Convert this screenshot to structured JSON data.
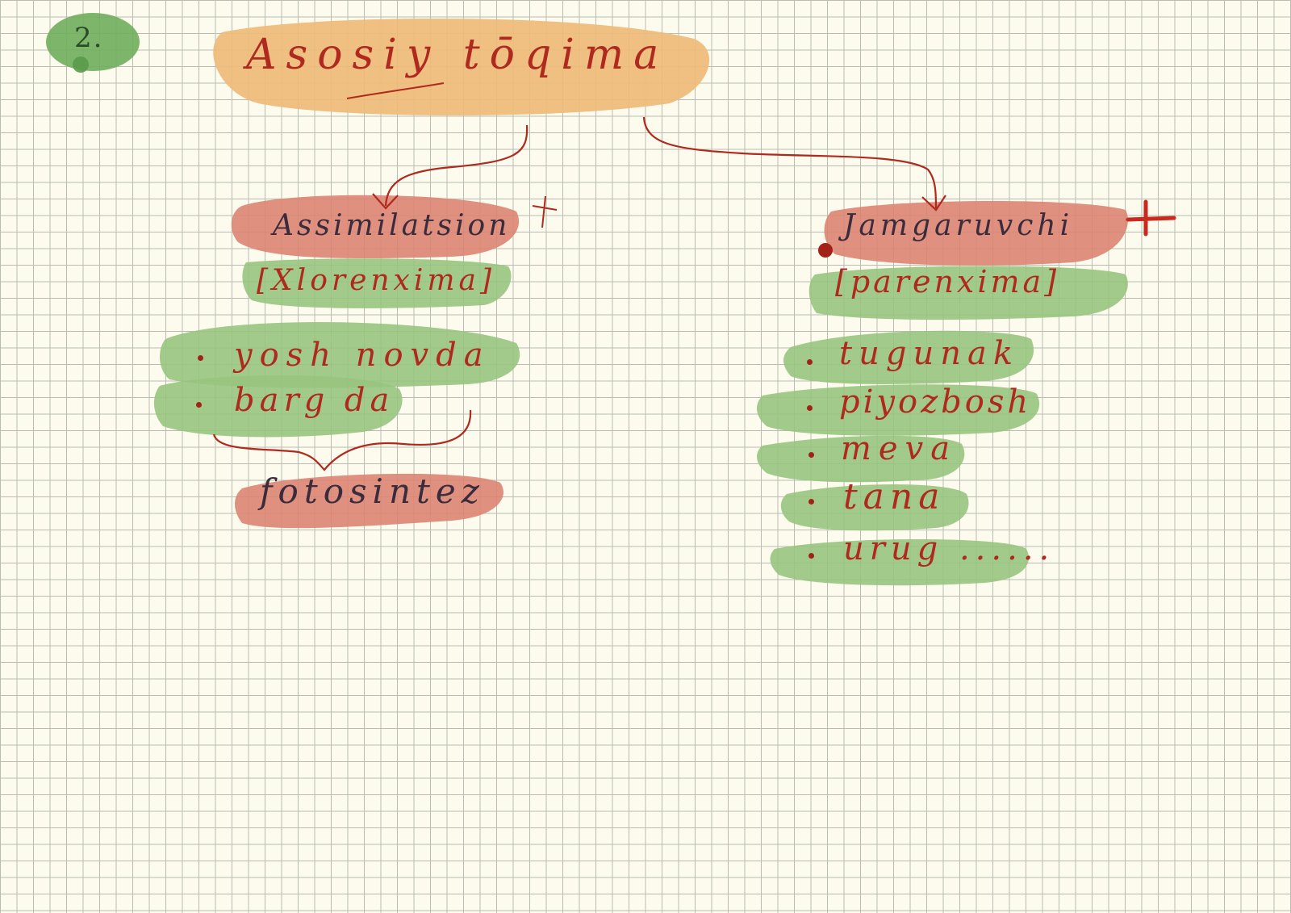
{
  "number": "2.",
  "title": "Asosiy tōqima",
  "left": {
    "heading": "Assimilatsion",
    "subheading": "[Xlorenxima]",
    "items": [
      "yosh novda",
      "barg da"
    ],
    "result": "fotosintez"
  },
  "right": {
    "heading": "Jamgaruvchi",
    "subheading": "[parenxima]",
    "items": [
      "tugunak",
      "piyozbosh",
      "meva",
      "tana",
      "urug ......"
    ]
  },
  "colors": {
    "ink": "#b0291e",
    "highlight_orange": "#eebb78",
    "highlight_red": "#dc8472",
    "highlight_green": "#98c47e",
    "badge_green": "#6fae5c"
  }
}
